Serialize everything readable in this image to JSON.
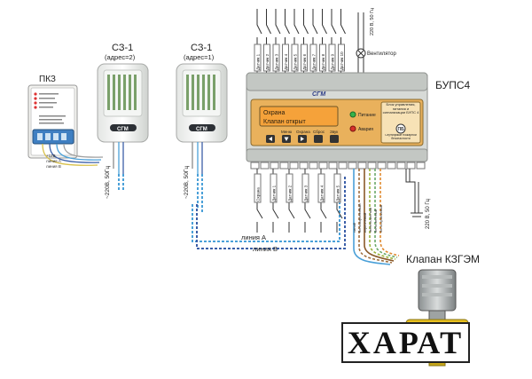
{
  "colors": {
    "lcd": "#f5a23a",
    "panel": "#e9b15c",
    "line_a": "#4aa0d8",
    "line_b": "#3b5fa8",
    "valve": "#e8c020",
    "led_green": "#34b34a",
    "led_red": "#d8302b"
  },
  "pkz": {
    "label": "ПКЗ",
    "lines": [
      "+12В",
      "линия А",
      "линия В"
    ]
  },
  "sz_left": {
    "title": "СЗ-1",
    "address": "(адрес=2)",
    "power": "~220В, 50Гц",
    "logo": "СГМ"
  },
  "sz_right": {
    "title": "СЗ-1",
    "address": "(адрес=1)",
    "power": "~220В, 50Гц",
    "logo": "СГМ"
  },
  "bups": {
    "title": "БУПС4",
    "logo": "СГМ",
    "lcd_line1": "Охрана",
    "lcd_line2": "Клапан открыт",
    "led_power": "Питание",
    "led_alarm": "Авария",
    "buttons": [
      "Меню",
      "Охрана",
      "Сброс",
      "Звук"
    ],
    "description": "Блок управления, питания и сигнализации БУПС 4",
    "cert_text": "Сертификат пожарной безопасности",
    "top_terminals": [
      "Датчик 1",
      "Датчик 2",
      "Датчик 3",
      "Датчик 4",
      "Датчик 5",
      "Датчик 6",
      "Датчик 7",
      "Датчик 8",
      "Датчик 9",
      "Датчик 10"
    ],
    "bottom_terminals": [
      "Охрана",
      "Датчик 1",
      "Датчик 2",
      "Датчик 3",
      "Датчик 4",
      "Датчик 5"
    ],
    "valve_wires": [
      "синий",
      "бело-коричневый",
      "коричневый",
      "зелено-желтый",
      "бело-зеленый",
      "бело-оранжевый"
    ],
    "fan_label": "Вентилятор",
    "top_power": "220 В, 50 Гц",
    "right_power": "220 В, 50 Гц"
  },
  "lines": {
    "a": "линия А",
    "b": "линия В"
  },
  "valve": {
    "title": "Клапан КЗГЭМ"
  },
  "watermark": "ХАРАТ"
}
